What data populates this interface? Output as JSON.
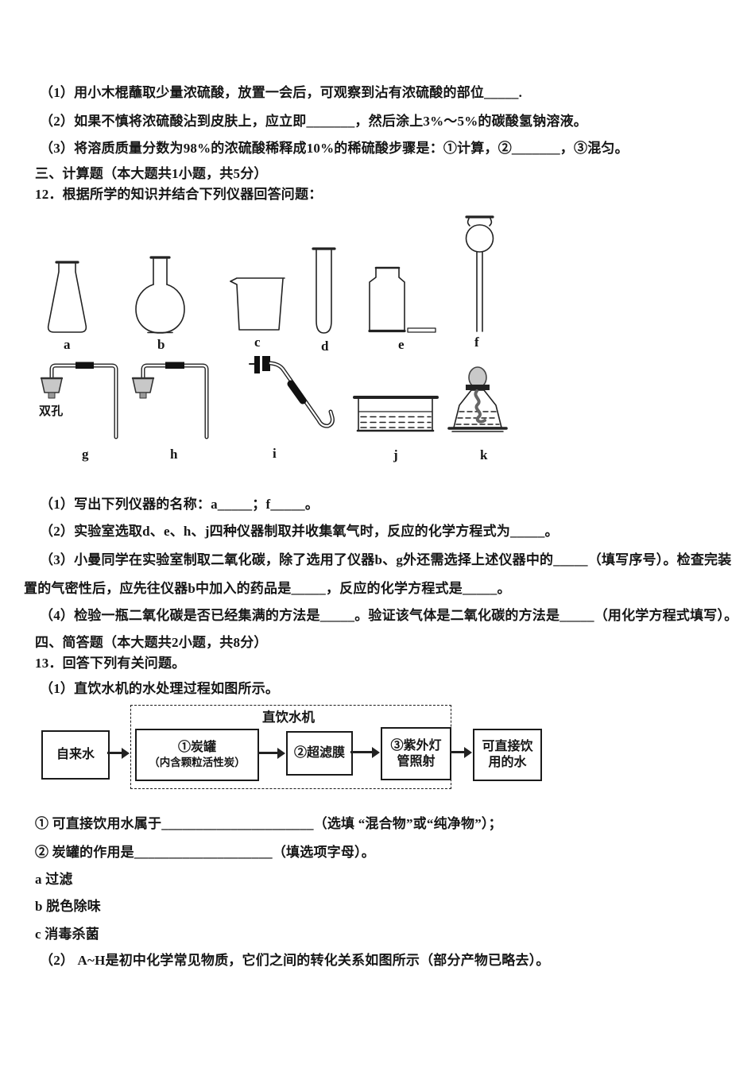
{
  "page": {
    "q11": {
      "item1": "（1）用小木棍蘸取少量浓硫酸，放置一会后，可观察到沾有浓硫酸的部位_____.",
      "item2": "（2）如果不慎将浓硫酸沾到皮肤上，应立即_______，然后涂上3%～5%的碳酸氢钠溶液。",
      "item3": "（3）将溶质质量分数为98%的浓硫酸稀释成10%的稀硫酸步骤是：①计算，②_______，③混匀。"
    },
    "section3_header": "三、计算题（本大题共1小题，共5分）",
    "q12": {
      "stem": "12．根据所学的知识并结合下列仪器回答问题：",
      "apparatus_labels": [
        "a",
        "b",
        "c",
        "d",
        "e",
        "f",
        "g",
        "h",
        "i",
        "j",
        "k"
      ],
      "double_hole_label": "双孔",
      "item1": "（1）写出下列仪器的名称：a_____；f_____。",
      "item2": "（2）实验室选取d、e、h、j四种仪器制取并收集氧气时，反应的化学方程式为_____。",
      "item3a": "（3）小曼同学在实验室制取二氧化碳，除了选用了仪器b、g外还需选择上述仪器中的_____（填写序号）。检查完装",
      "item3b": "置的气密性后，应先往仪器b中加入的药品是_____，反应的化学方程式是_____。",
      "item4": "（4）检验一瓶二氧化碳是否已经集满的方法是_____。验证该气体是二氧化碳的方法是_____（用化学方程式填写）。"
    },
    "section4_header": "四、简答题（本大题共2小题，共8分）",
    "q13": {
      "stem": "13．回答下列有关问题。",
      "item1": "（1）直饮水机的水处理过程如图所示。",
      "flow": {
        "source": "自来水",
        "machine_title": "直饮水机",
        "step1_line1": "①炭罐",
        "step1_line2": "（内含颗粒活性炭）",
        "step2": "②超滤膜",
        "step3_line1": "③紫外灯",
        "step3_line2": "管照射",
        "output_line1": "可直接饮",
        "output_line2": "用的水"
      },
      "sub1": "① 可直接饮用水属于______________________（选填 “混合物”或“纯净物”）；",
      "sub2": "② 炭罐的作用是____________________（填选项字母）。",
      "option_a": "a 过滤",
      "option_b": "b 脱色除味",
      "option_c": "c 消毒杀菌",
      "item2": "（2） A~H是初中化学常见物质，它们之间的转化关系如图所示（部分产物已略去）。"
    },
    "colors": {
      "text": "#161616",
      "line": "#222222"
    }
  }
}
